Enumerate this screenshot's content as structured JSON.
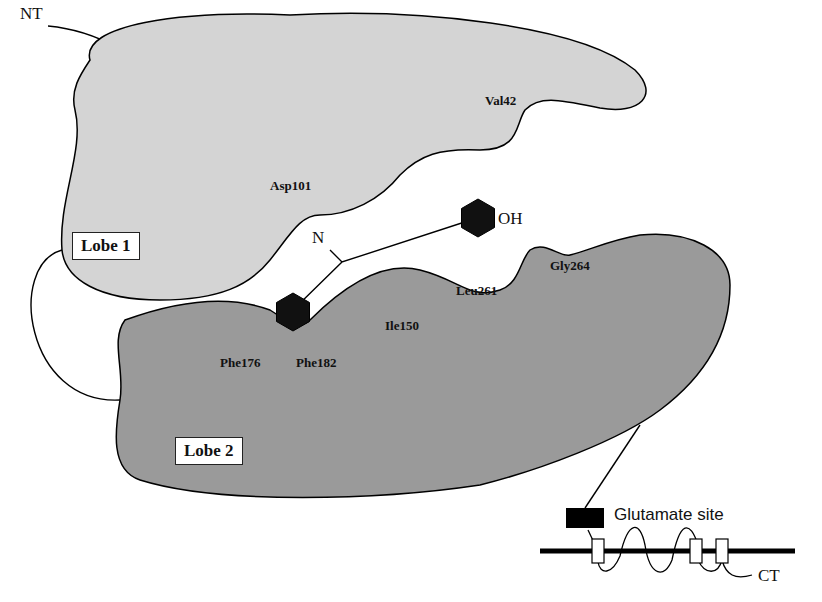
{
  "diagram": {
    "nodes": [
      {
        "text": [
          "Lobe 1"
        ]
      },
      {
        "text": [
          "Lobe 2"
        ]
      },
      {
        "text": [
          "Glutamate site"
        ]
      }
    ],
    "edges": [
      {
        "from": 0,
        "to": 1,
        "arrow": "none"
      },
      {
        "from": 1,
        "to": 2,
        "arrow": "none"
      }
    ],
    "labels": [
      "NT",
      "Val42",
      "Asp101",
      "N",
      "OH",
      "Ile150",
      "Leu261",
      "Gly264",
      "Phe176",
      "Phe182",
      "CT"
    ]
  }
}
